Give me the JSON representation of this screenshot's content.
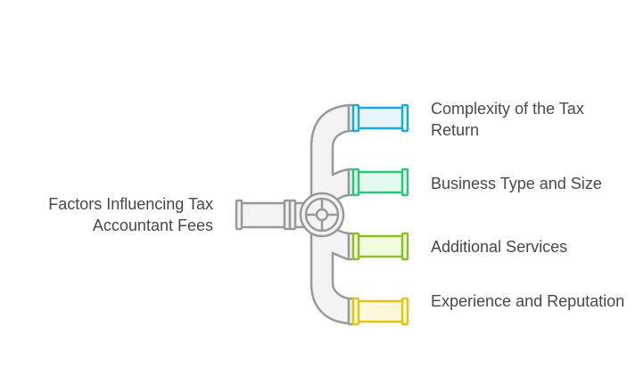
{
  "title": "Factors Influencing Tax Accountant Fees",
  "items": [
    {
      "label": "Complexity of the Tax Return",
      "stroke": "#1fa9d6",
      "fill": "#e6f6fc"
    },
    {
      "label": "Business Type and Size",
      "stroke": "#2fc47e",
      "fill": "#e3fbee"
    },
    {
      "label": "Additional Services",
      "stroke": "#8cbf2a",
      "fill": "#f2fde0"
    },
    {
      "label": "Experience and Reputation",
      "stroke": "#e0c514",
      "fill": "#fdf9dc"
    }
  ]
}
